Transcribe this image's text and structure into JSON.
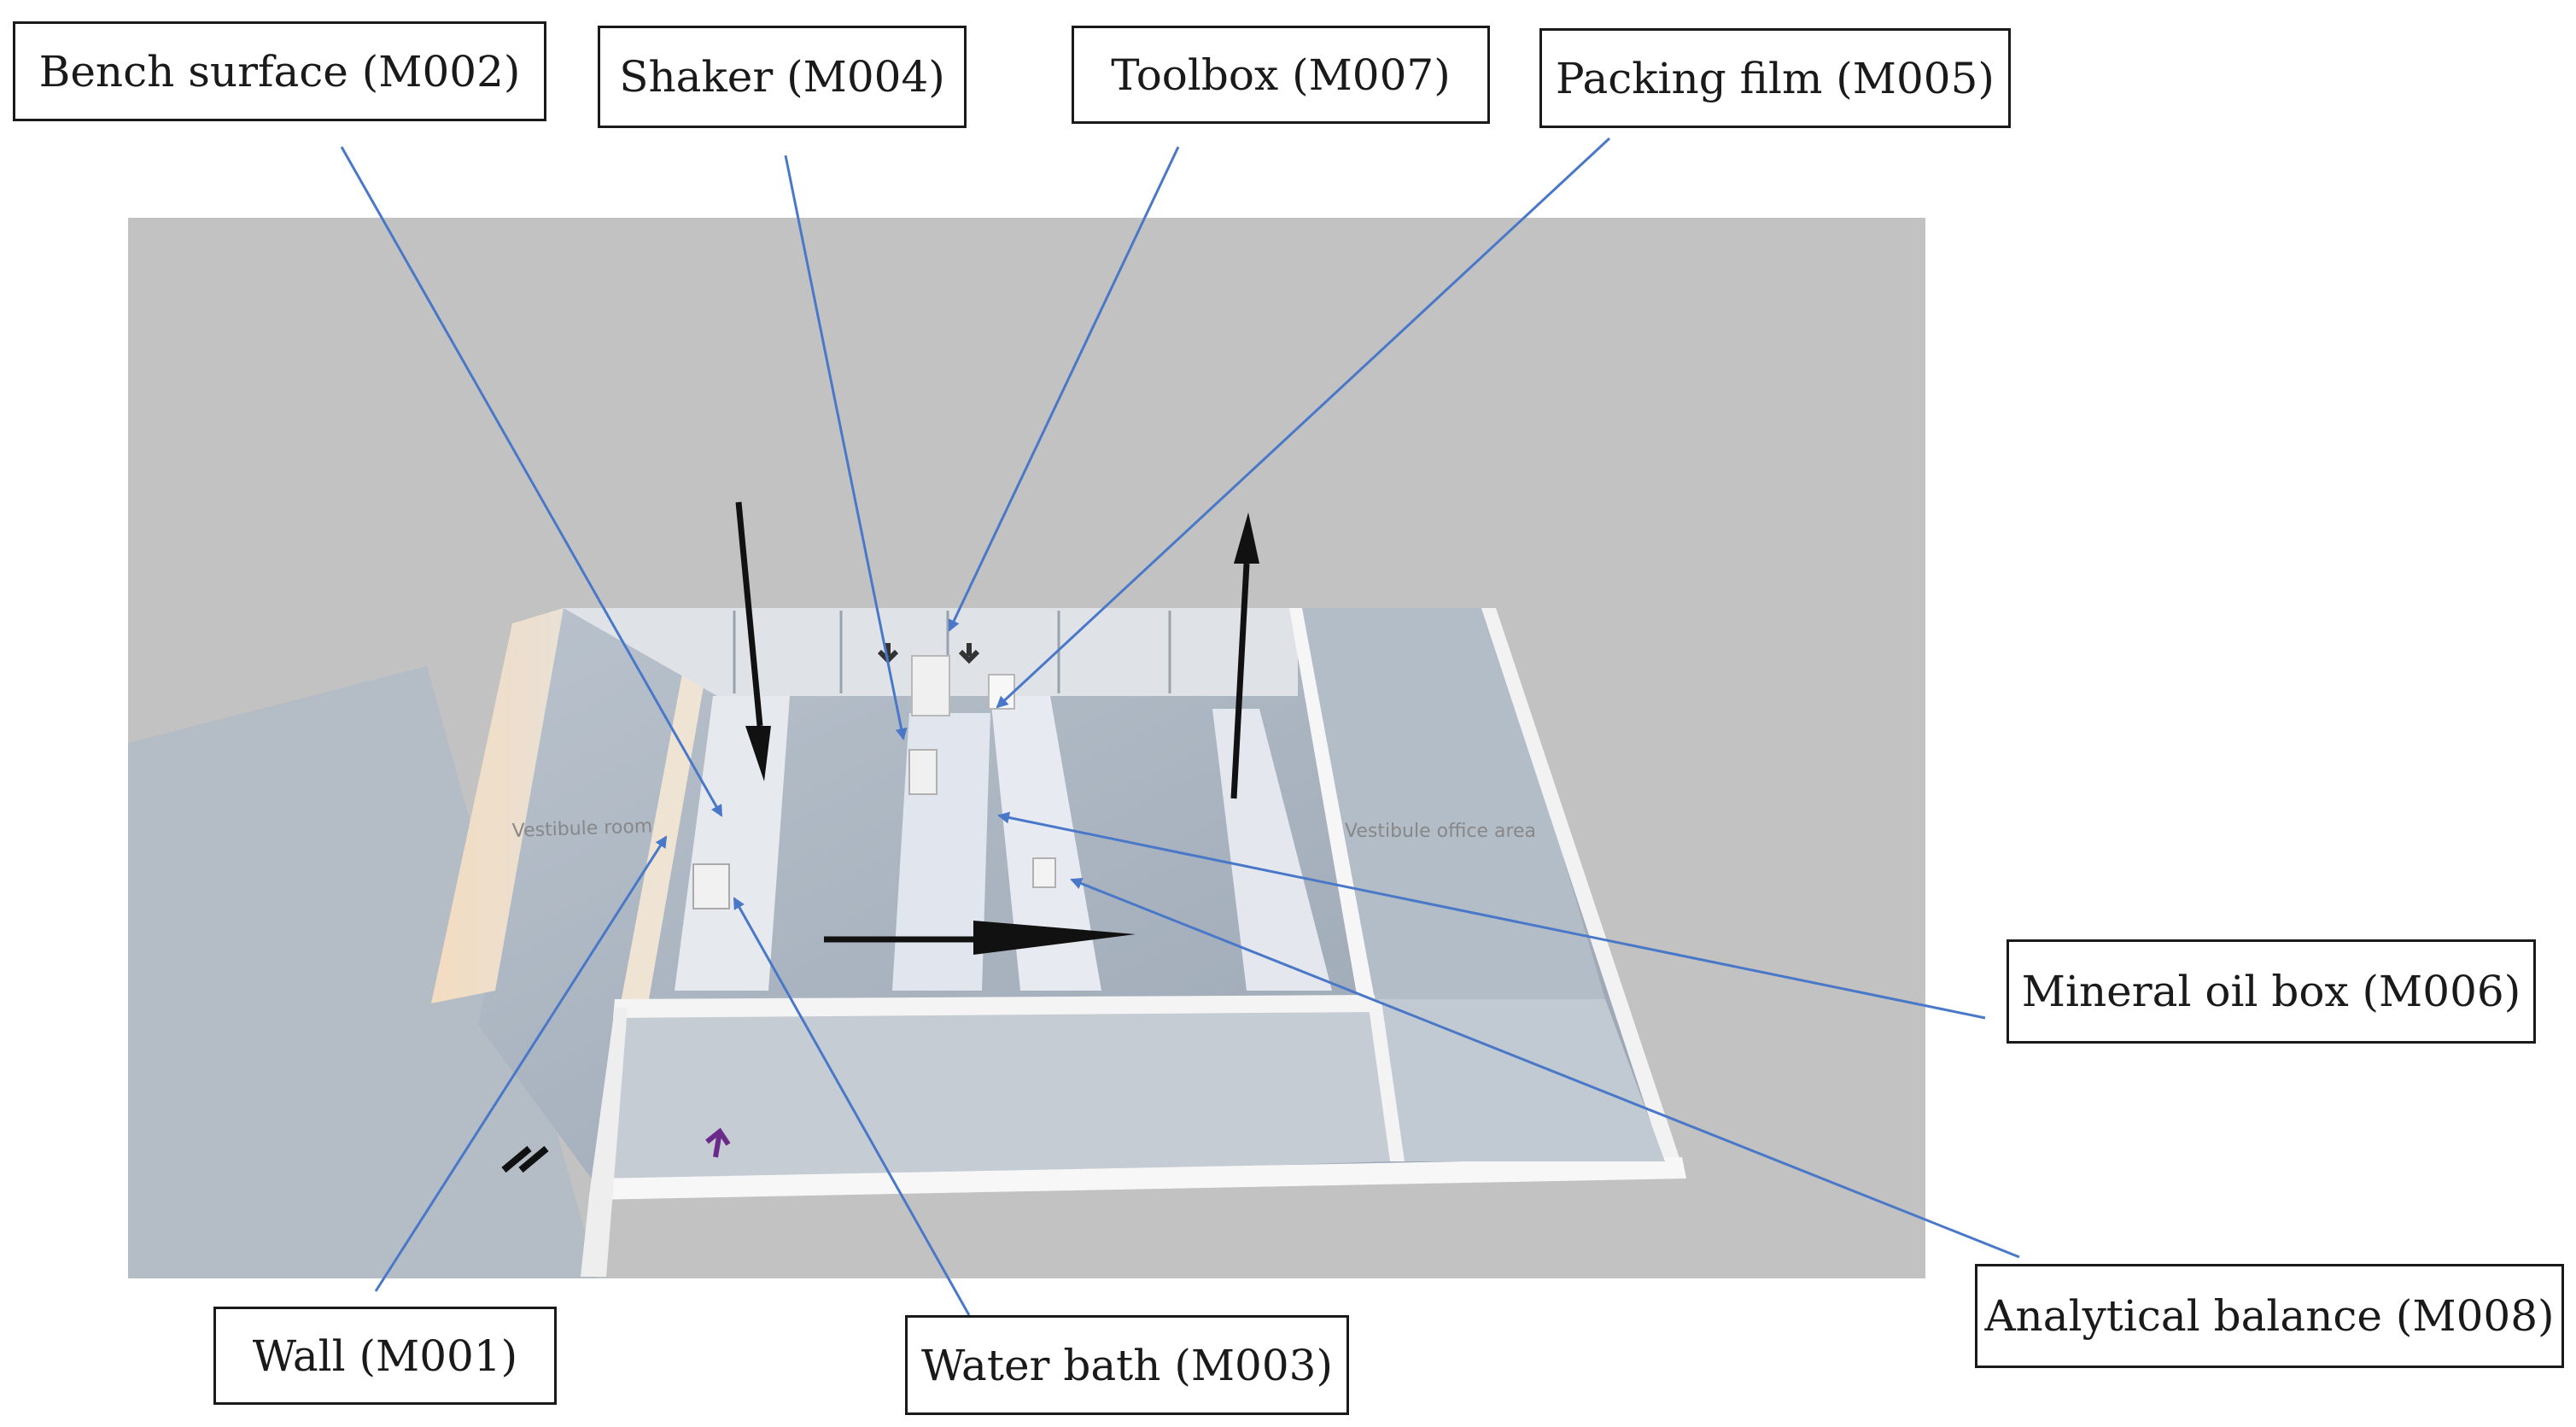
{
  "colors": {
    "leader_line": "#4a78c9",
    "floor": "#aab4c0",
    "backdrop": "#bfbfbf",
    "wall_top": "#f4f4f4",
    "wall_side": "#c9c9c9",
    "bench": "#e3e7ee",
    "flow_arrow": "#111111",
    "door_arrow": "#6a2a8a"
  },
  "labels": {
    "bench_surface": "Bench surface (M002)",
    "shaker": "Shaker (M004)",
    "toolbox": "Toolbox (M007)",
    "packing_film": "Packing film (M005)",
    "mineral_oil_box": "Mineral oil box (M006)",
    "wall": "Wall (M001)",
    "water_bath": "Water bath (M003)",
    "analytical_balance": "Analytical balance (M008)"
  },
  "room_signs": {
    "left_room": "Vestibule room",
    "right_room": "Vestibule office area"
  }
}
